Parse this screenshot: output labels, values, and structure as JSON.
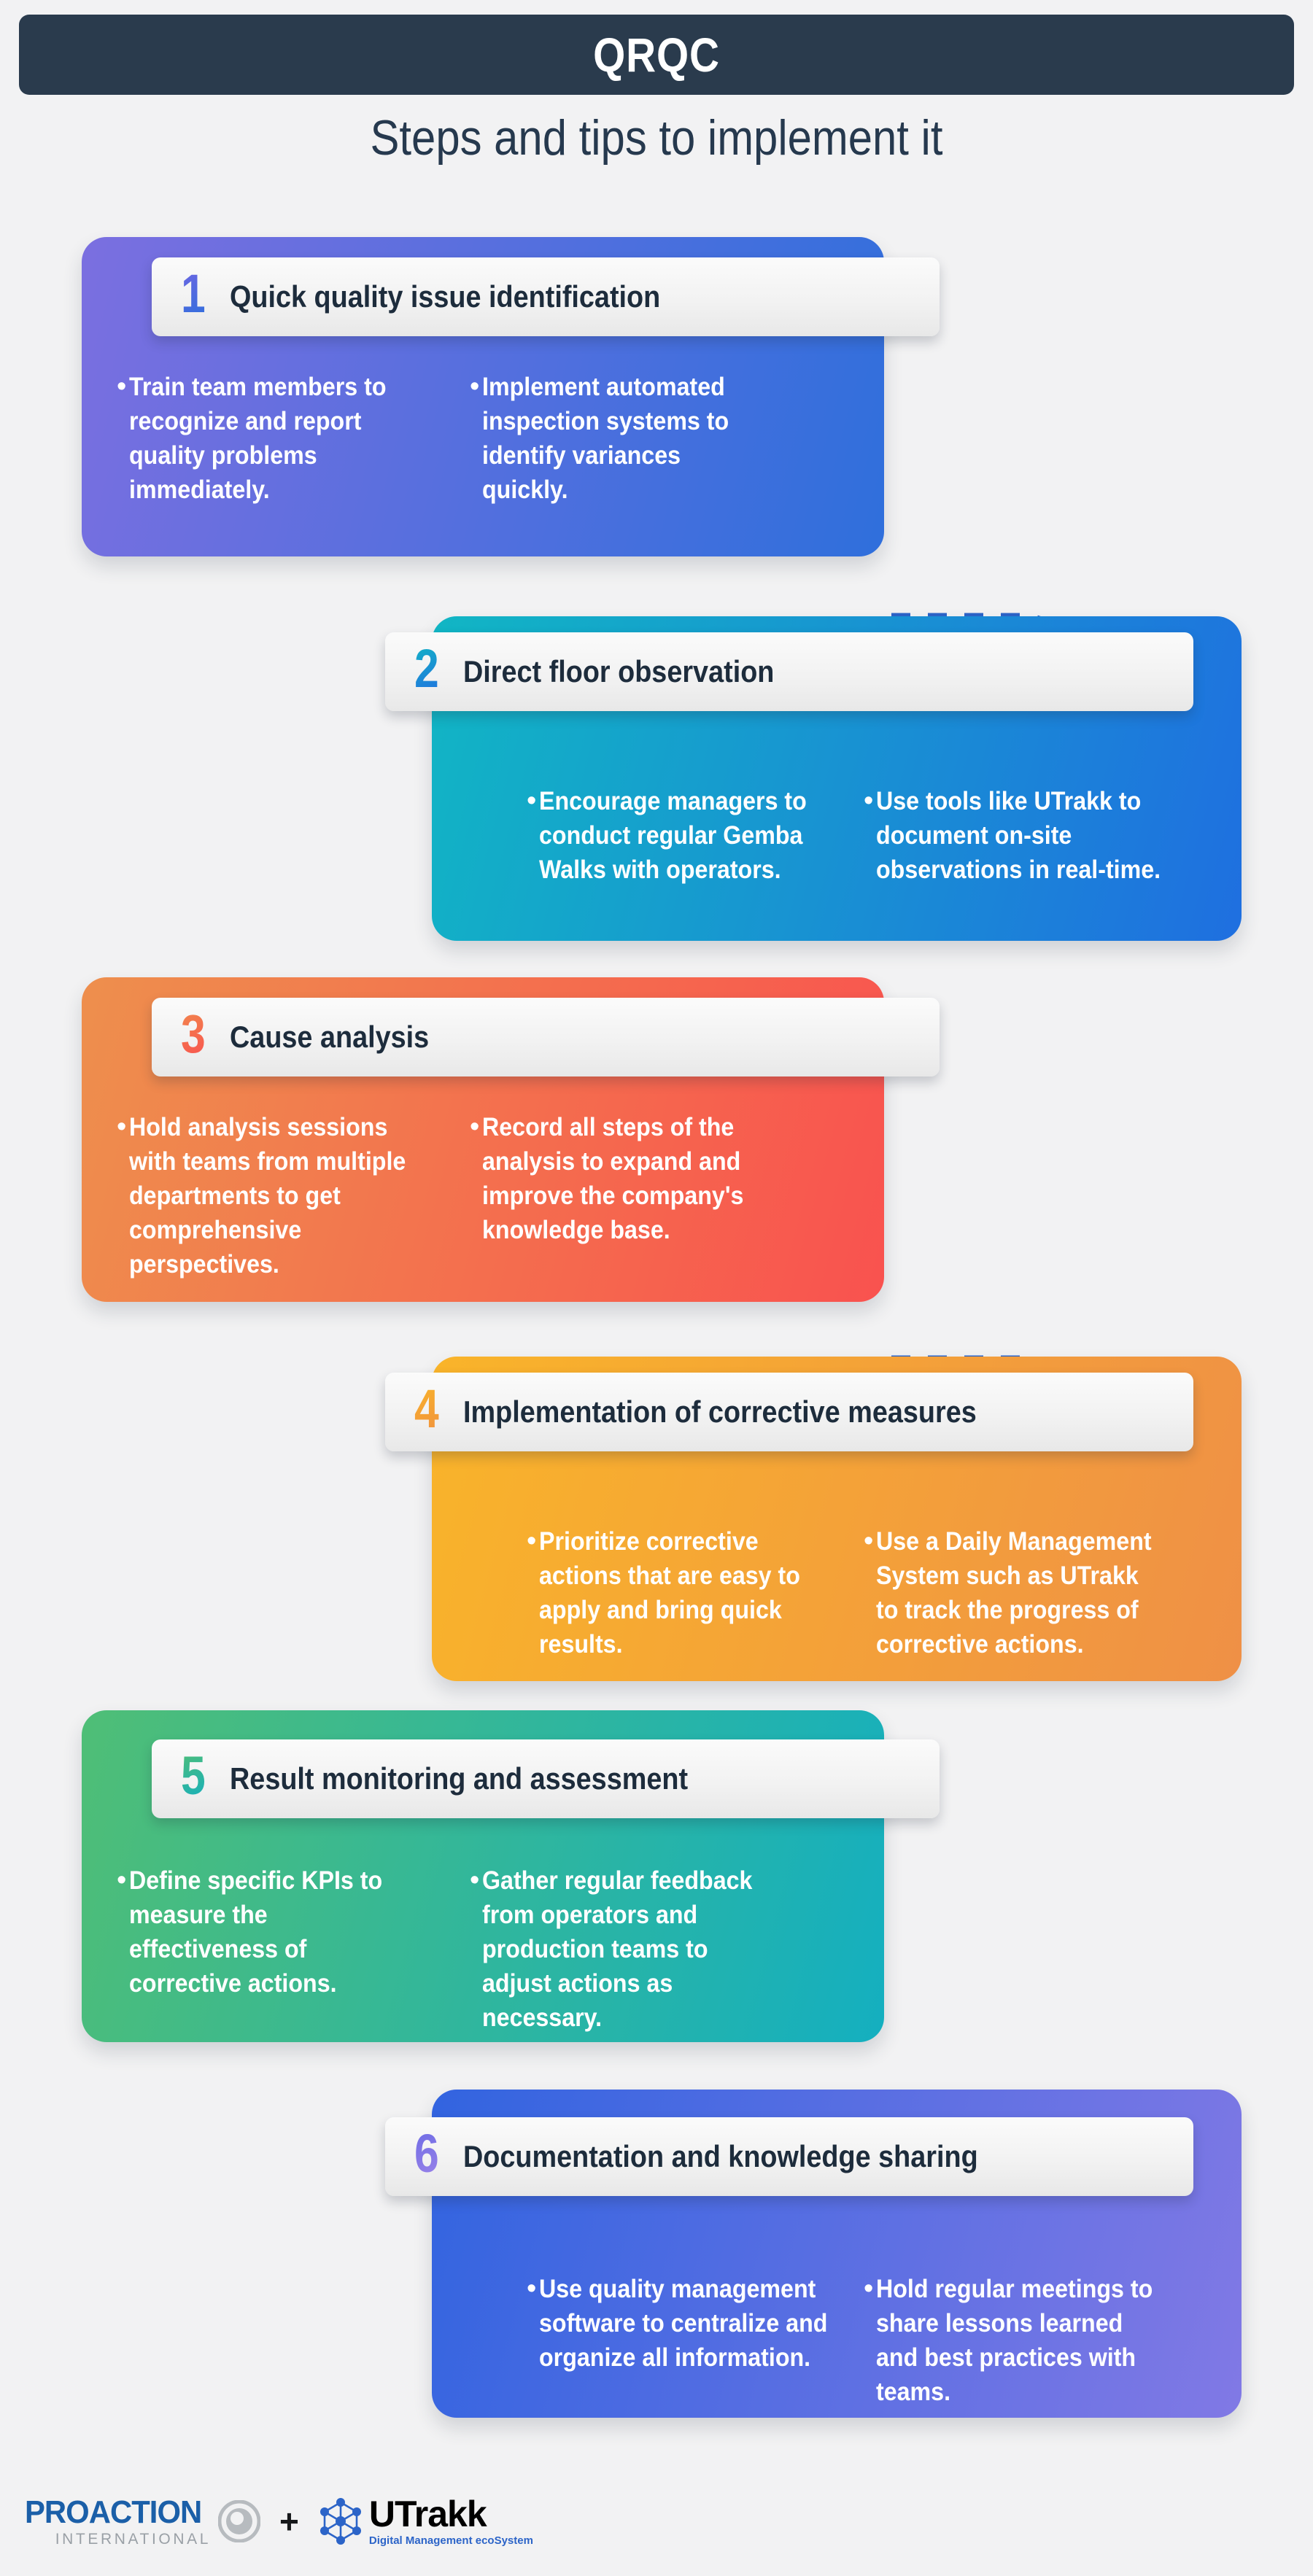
{
  "header": {
    "brand": "QRQC",
    "subtitle": "Steps and tips to implement it",
    "bar_color": "#2a3b4d"
  },
  "steps": [
    {
      "number": "1",
      "title": "Quick quality issue identification",
      "align": "left",
      "gradient_from": "#7b6fe0",
      "gradient_to": "#2f6fdc",
      "number_color_from": "#6f66e3",
      "number_color_to": "#2f6fdc",
      "bullets": [
        "Train team members to recognize and report quality problems immediately.",
        "Implement automated inspection systems to identify variances quickly."
      ]
    },
    {
      "number": "2",
      "title": "Direct floor observation",
      "align": "right",
      "gradient_from": "#11b6c4",
      "gradient_to": "#1f6fe0",
      "number_color_from": "#12b5c5",
      "number_color_to": "#2170e0",
      "bullets": [
        "Encourage managers to conduct regular Gemba Walks with operators.",
        "Use tools like UTrakk to document on-site observations in real-time."
      ]
    },
    {
      "number": "3",
      "title": "Cause analysis",
      "align": "left",
      "gradient_from": "#ee8f4d",
      "gradient_to": "#f9524f",
      "number_color_from": "#f1884e",
      "number_color_to": "#f9524f",
      "bullets": [
        "Hold analysis sessions with teams from multiple departments to get comprehensive perspectives.",
        "Record all steps of the analysis to expand and improve the company's knowledge base."
      ]
    },
    {
      "number": "4",
      "title": "Implementation of corrective measures",
      "align": "right",
      "gradient_from": "#f9b42a",
      "gradient_to": "#ef9046",
      "number_color_from": "#f9b42a",
      "number_color_to": "#f0913f",
      "bullets": [
        "Prioritize corrective actions that are easy to apply and bring quick results.",
        "Use a Daily Management System such as UTrakk to track the progress of corrective actions."
      ]
    },
    {
      "number": "5",
      "title": "Result monitoring and assessment",
      "align": "left",
      "gradient_from": "#4fbe76",
      "gradient_to": "#14afc0",
      "number_color_from": "#4fbe76",
      "number_color_to": "#14afc0",
      "bullets": [
        "Define specific KPIs to measure the effectiveness of corrective actions.",
        "Gather regular feedback from operators and production teams to adjust actions as necessary."
      ]
    },
    {
      "number": "6",
      "title": "Documentation and knowledge sharing",
      "align": "right",
      "gradient_from": "#3264e0",
      "gradient_to": "#8179e5",
      "number_color_from": "#6d6ce6",
      "number_color_to": "#9b83e8",
      "bullets": [
        "Use quality management software to centralize and organize all information.",
        "Hold regular meetings to share lessons learned and best practices with teams."
      ]
    }
  ],
  "connector": {
    "color": "#2c64c8",
    "style": "dashed"
  },
  "footer": {
    "proaction_main": "PROACTION",
    "proaction_sub": "INTERNATIONAL",
    "plus": "+",
    "utrakk_main": "UTrakk",
    "utrakk_sub": "Digital Management ecoSystem",
    "proaction_color": "#1b5fa8",
    "utrakk_accent": "#2c64c8"
  }
}
